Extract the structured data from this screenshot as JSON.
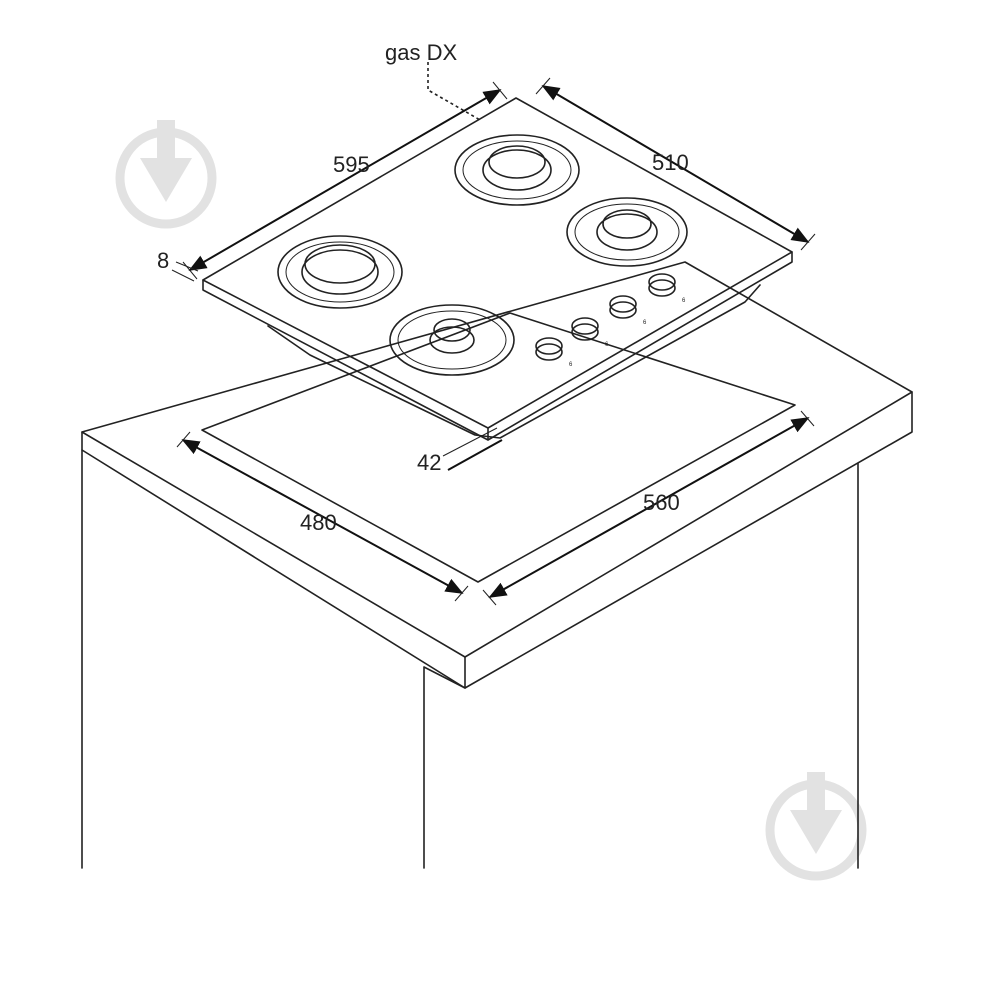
{
  "diagram": {
    "gas_inlet_label": "gas DX",
    "dimensions": {
      "hob_width": "595",
      "hob_depth": "510",
      "glass_thickness": "8",
      "install_depth": "42",
      "cutout_depth": "480",
      "cutout_width": "560"
    },
    "knob_marks": [
      "6",
      "6",
      "6",
      "6"
    ],
    "colors": {
      "line": "#222222",
      "watermark": "#e2e2e2",
      "background": "#ffffff"
    },
    "icons": [
      "watermark-logo-icon",
      "arrowhead-icon"
    ]
  }
}
